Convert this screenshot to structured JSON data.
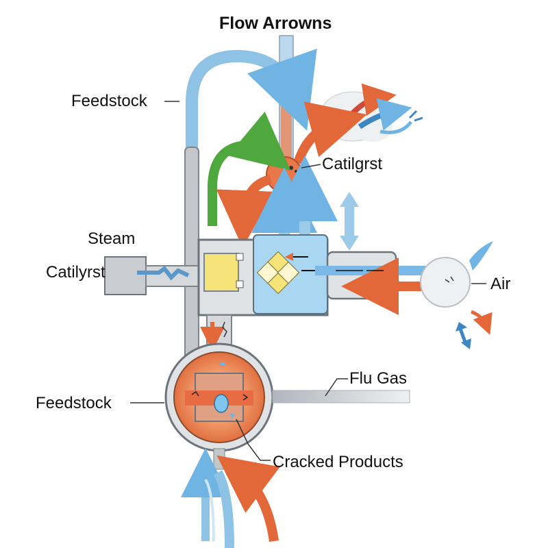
{
  "title": "Flow Arrowns",
  "labels": {
    "feedstock_top": "Feedstock",
    "catalyst_top": "Catilgrst",
    "steam": "Steam",
    "catalyst_left": "Catilyrst",
    "air": "Air",
    "flue_gas": "Flu Gas",
    "feedstock_bottom": "Feedstock",
    "cracked_products": "Cracked Products"
  },
  "colors": {
    "hot": "#e2683a",
    "cold": "#6fb4e2",
    "recycle": "#4fa83d",
    "pipe": "#9aa0a6",
    "vessel_fill": "#cfe9f7",
    "reactor_fill": "#ea8a5a",
    "catalyst_fill": "#f6e37a"
  },
  "icons": [
    "flow-arrow-icon",
    "cloud-icon",
    "valve-icon",
    "catalyst-diamond-icon"
  ]
}
